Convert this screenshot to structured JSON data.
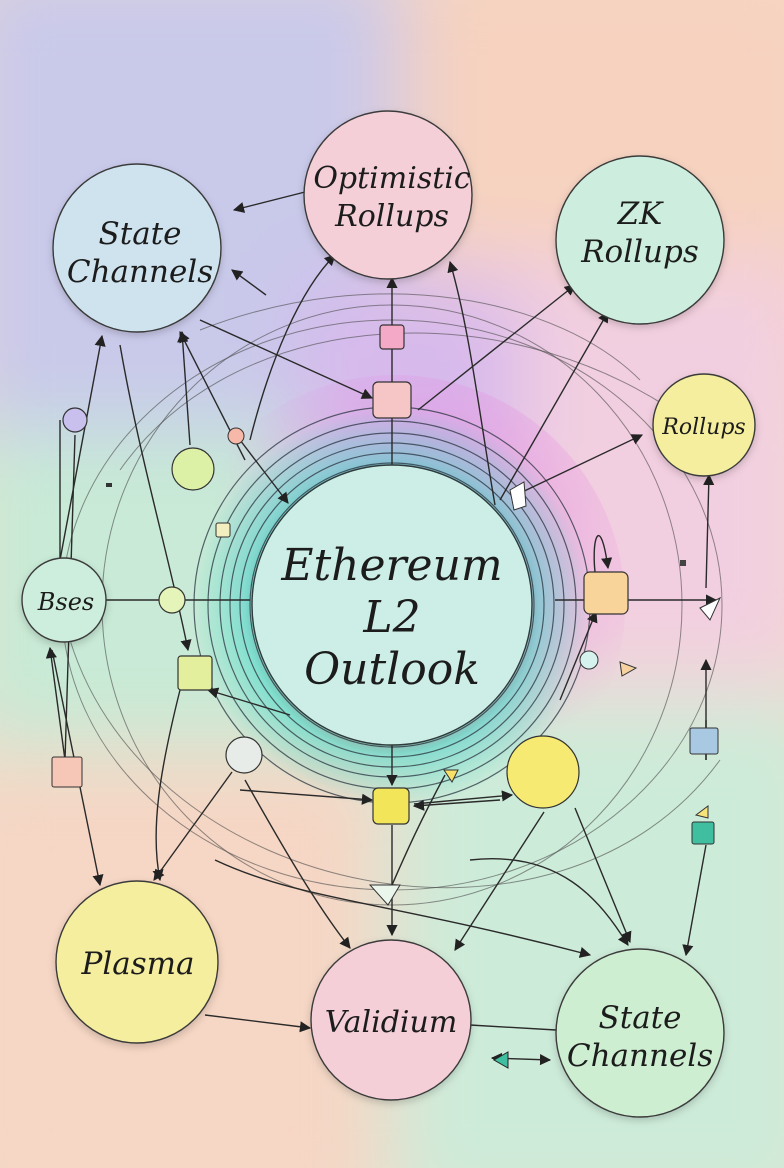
{
  "colors": {
    "blue": "#cfe6ee",
    "pink": "#f4cfd6",
    "mint": "#cdeedd",
    "yellow": "#f5ee9e",
    "peach": "#f7cdb0",
    "teal_glow": "#3fd6c8",
    "magenta_glow": "#e58be0"
  },
  "center": {
    "line1": "Ethereum",
    "line2": "L2",
    "line3": "Outlook"
  },
  "nodes": {
    "state_channels_top": {
      "line1": "State",
      "line2": "Channels"
    },
    "optimistic_rollups": {
      "line1": "Optimistic",
      "line2": "Rollups"
    },
    "zk_rollups": {
      "line1": "ZK",
      "line2": "Rollups"
    },
    "rollups": {
      "label": "Rollups"
    },
    "bses": {
      "label": "Bses"
    },
    "plasma": {
      "label": "Plasma"
    },
    "validium": {
      "label": "Validium"
    },
    "state_channels_bottom": {
      "line1": "State",
      "line2": "Channels"
    }
  }
}
